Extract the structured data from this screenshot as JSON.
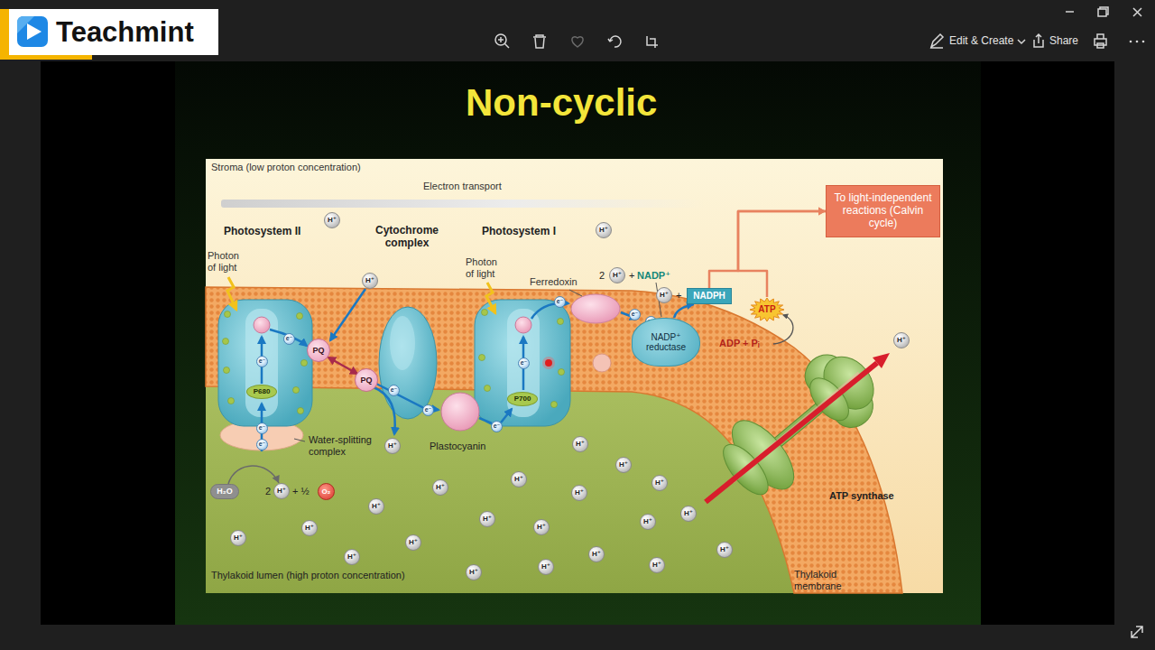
{
  "diagram": {
    "title": "Non-cyclic",
    "nodes": [
      {
        "text": [
          "Teachmint"
        ]
      },
      {
        "text": [
          "H⁺"
        ]
      },
      {
        "text": [
          "H⁺"
        ]
      },
      {
        "text": [
          "H⁺"
        ]
      },
      {
        "text": [
          "H⁺"
        ]
      },
      {
        "text": [
          "To light-independent reactions (Calvin cycle)"
        ]
      },
      {
        "text": [
          "H⁺"
        ]
      },
      {
        "text": [
          "NADPH"
        ]
      },
      {
        "text": [
          "e⁻"
        ]
      },
      {
        "text": [
          "ATP"
        ]
      },
      {
        "text": [
          "e⁻"
        ]
      },
      {
        "text": [
          "e⁻"
        ]
      },
      {
        "text": [
          "e⁻"
        ]
      },
      {
        "text": [
          "H⁺"
        ]
      },
      {
        "text": [
          "NADP⁺ reductase"
        ]
      },
      {
        "text": [
          "PQ"
        ]
      },
      {
        "text": [
          "e⁻"
        ]
      },
      {
        "text": [
          "e⁻"
        ]
      },
      {
        "text": [
          "PQ"
        ]
      },
      {
        "text": [
          "e⁻"
        ]
      },
      {
        "text": [
          "P680"
        ]
      },
      {
        "text": [
          "P700"
        ]
      },
      {
        "text": [
          "e⁻"
        ]
      },
      {
        "text": [
          "e⁻"
        ]
      },
      {
        "text": [
          "e⁻"
        ]
      },
      {
        "text": [
          "e⁻"
        ]
      },
      {
        "text": [
          "H⁺"
        ]
      },
      {
        "text": [
          "H⁺"
        ]
      },
      {
        "text": [
          "H⁺"
        ]
      },
      {
        "text": [
          "H⁺"
        ]
      },
      {
        "text": [
          "H⁺"
        ]
      },
      {
        "text": [
          "H⁺"
        ]
      },
      {
        "text": [
          "H₂O"
        ]
      },
      {
        "text": [
          "H⁺"
        ]
      },
      {
        "text": [
          "O₂"
        ]
      },
      {
        "text": [
          "H⁺"
        ]
      },
      {
        "text": [
          "H⁺"
        ]
      },
      {
        "text": [
          "H⁺"
        ]
      },
      {
        "text": [
          "H⁺"
        ]
      },
      {
        "text": [
          "H⁺"
        ]
      },
      {
        "text": [
          "H⁺"
        ]
      },
      {
        "text": [
          "H⁺"
        ]
      },
      {
        "text": [
          "H⁺"
        ]
      },
      {
        "text": [
          "H⁺"
        ]
      },
      {
        "text": [
          "H⁺"
        ]
      },
      {
        "text": [
          "H⁺"
        ]
      },
      {
        "text": [
          "H⁺"
        ]
      },
      {
        "text": [
          "H⁺"
        ]
      },
      {
        "text": [
          "H⁺"
        ]
      },
      {
        "text": [
          "H⁺"
        ]
      }
    ],
    "edges": [
      {
        "from": 14,
        "to": 7,
        "arrow": "to"
      },
      {
        "from": 7,
        "to": 5,
        "arrow": "to"
      },
      {
        "from": 9,
        "to": 5,
        "arrow": "to"
      },
      {
        "from": 32,
        "to": 33,
        "arrow": "to"
      }
    ],
    "labels": [
      "Edit & Create",
      "Share",
      "Stroma (low proton concentration)",
      "Electron transport",
      "Photosystem II",
      "Cytochrome complex",
      "Photosystem I",
      "Photon of light",
      "Photon of light",
      "2",
      "+",
      "NADP⁺",
      "Ferredoxin",
      "+",
      "ADP + Pᵢ",
      "Water-splitting complex",
      "Plastocyanin",
      "2",
      "+ ½",
      "ATP synthase",
      "Thylakoid lumen (high proton concentration)",
      "Thylakoid membrane"
    ]
  }
}
